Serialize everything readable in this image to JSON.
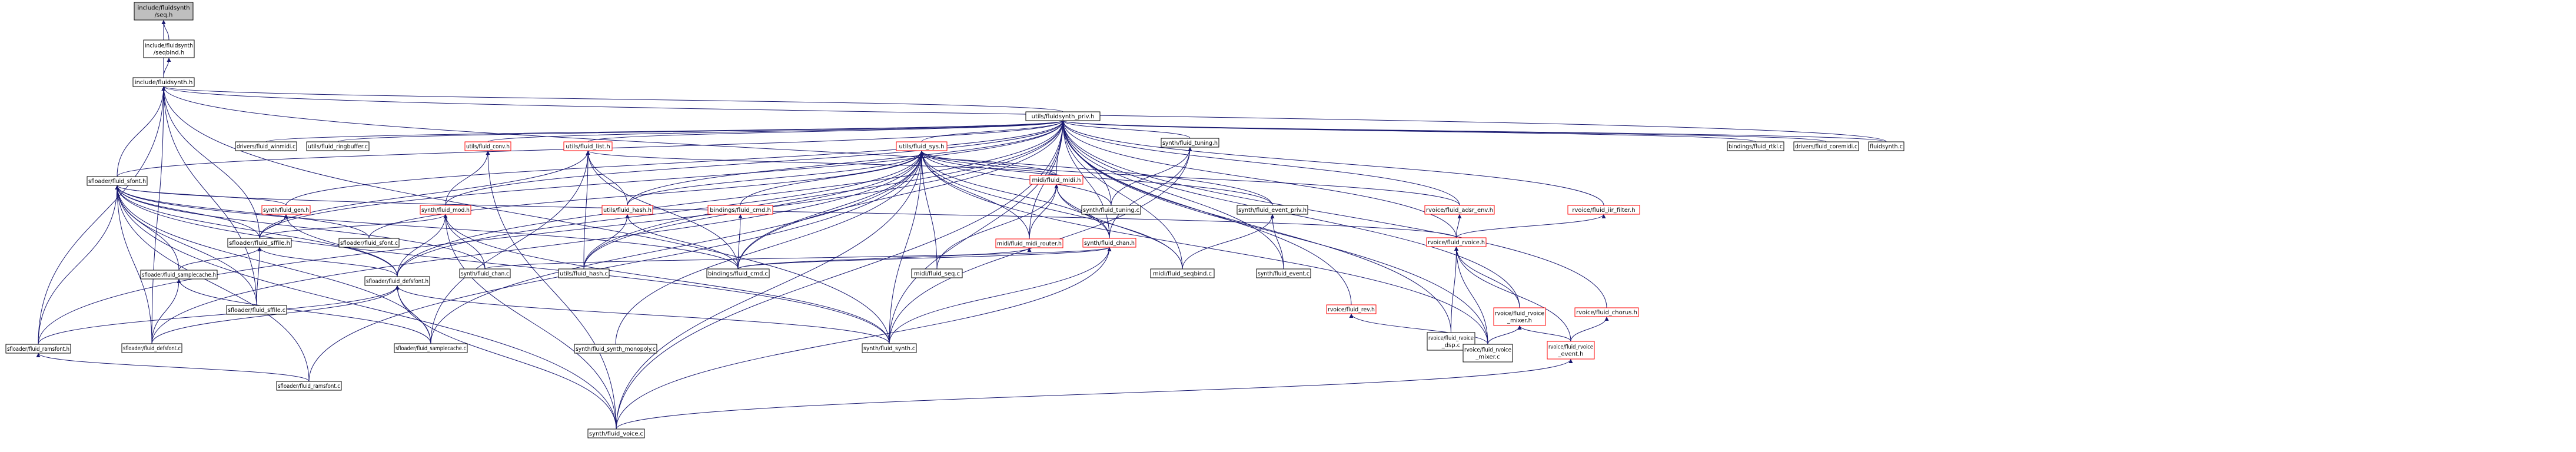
{
  "diagram": {
    "style": {
      "node_fill": "#ffffff",
      "node_stroke_default": "#000000",
      "node_stroke_incomplete": "#ff0000",
      "node_fill_root": "#bfbfbf",
      "edge_color": "#191970",
      "text_color": "#000000"
    },
    "nodes": [
      {
        "id": "seq",
        "lines": [
          "include/fluidsynth",
          "/seq.h"
        ],
        "root": true
      },
      {
        "id": "seqbind",
        "lines": [
          "include/fluidsynth",
          "/seqbind.h"
        ]
      },
      {
        "id": "fluidsynth_h",
        "lines": [
          "include/fluidsynth.h"
        ]
      },
      {
        "id": "priv",
        "lines": [
          "utils/fluidsynth_priv.h"
        ]
      },
      {
        "id": "winmidi",
        "lines": [
          "drivers/fluid_winmidi.c"
        ]
      },
      {
        "id": "ringbuffer",
        "lines": [
          "utils/fluid_ringbuffer.c"
        ]
      },
      {
        "id": "conv",
        "lines": [
          "utils/fluid_conv.h"
        ],
        "incomplete": true
      },
      {
        "id": "list",
        "lines": [
          "utils/fluid_list.h"
        ],
        "incomplete": true
      },
      {
        "id": "sys",
        "lines": [
          "utils/fluid_sys.h"
        ],
        "incomplete": true
      },
      {
        "id": "tuning_h",
        "lines": [
          "synth/fluid_tuning.h"
        ]
      },
      {
        "id": "rvoice_dsp",
        "lines": [
          "rvoice/fluid_rvoice",
          "_dsp.c"
        ]
      },
      {
        "id": "rlhf",
        "lines": [
          "bindings/fluid_rtkl.c"
        ]
      },
      {
        "id": "coremidi",
        "lines": [
          "drivers/fluid_coremidi.c"
        ]
      },
      {
        "id": "fluidsynth_c",
        "lines": [
          "fluidsynth.c"
        ]
      },
      {
        "id": "sfont_h",
        "lines": [
          "sfloader/fluid_sfont.h"
        ]
      },
      {
        "id": "gen",
        "lines": [
          "synth/fluid_gen.h"
        ],
        "incomplete": true
      },
      {
        "id": "mod",
        "lines": [
          "synth/fluid_mod.h"
        ],
        "incomplete": true
      },
      {
        "id": "hash_h",
        "lines": [
          "utils/fluid_hash.h"
        ],
        "incomplete": true
      },
      {
        "id": "cmd_h",
        "lines": [
          "bindings/fluid_cmd.h"
        ],
        "incomplete": true
      },
      {
        "id": "midi_h",
        "lines": [
          "midi/fluid_midi.h"
        ],
        "incomplete": true
      },
      {
        "id": "tuning_c",
        "lines": [
          "synth/fluid_tuning.c"
        ]
      },
      {
        "id": "event_priv",
        "lines": [
          "synth/fluid_event_priv.h"
        ]
      },
      {
        "id": "adsr",
        "lines": [
          "rvoice/fluid_adsr_env.h"
        ],
        "incomplete": true
      },
      {
        "id": "iir",
        "lines": [
          "rvoice/fluid_iir_filter.h"
        ],
        "incomplete": true
      },
      {
        "id": "sffile_h",
        "lines": [
          "sfloader/fluid_sffile.h"
        ]
      },
      {
        "id": "sfont_c",
        "lines": [
          "sfloader/fluid_sfont.c"
        ]
      },
      {
        "id": "hash_c",
        "lines": [
          "utils/fluid_hash.c"
        ]
      },
      {
        "id": "seq_c",
        "lines": [
          "midi/fluid_seq.c"
        ]
      },
      {
        "id": "router",
        "lines": [
          "midi/fluid_midi_router.h"
        ],
        "incomplete": true
      },
      {
        "id": "chan_h",
        "lines": [
          "synth/fluid_chan.h"
        ],
        "incomplete": true
      },
      {
        "id": "seqbind_c",
        "lines": [
          "midi/fluid_seqbind.c"
        ]
      },
      {
        "id": "event_c",
        "lines": [
          "synth/fluid_event.c"
        ]
      },
      {
        "id": "rvoice_h",
        "lines": [
          "rvoice/fluid_rvoice.h"
        ],
        "incomplete": true
      },
      {
        "id": "samplecache_h",
        "lines": [
          "sfloader/fluid_samplecache.h"
        ]
      },
      {
        "id": "sffile_c",
        "lines": [
          "sfloader/fluid_sffile.c"
        ]
      },
      {
        "id": "defsfont_h",
        "lines": [
          "sfloader/fluid_defsfont.h"
        ]
      },
      {
        "id": "chan_c",
        "lines": [
          "synth/fluid_chan.c"
        ]
      },
      {
        "id": "cmd_c",
        "lines": [
          "bindings/fluid_cmd.c"
        ]
      },
      {
        "id": "rev",
        "lines": [
          "rvoice/fluid_rev.h"
        ],
        "incomplete": true
      },
      {
        "id": "mixer_h",
        "lines": [
          "rvoice/fluid_rvoice",
          "_mixer.h"
        ],
        "incomplete": true
      },
      {
        "id": "chorus",
        "lines": [
          "rvoice/fluid_chorus.h"
        ],
        "incomplete": true
      },
      {
        "id": "ramsfont_h",
        "lines": [
          "sfloader/fluid_ramsfont.h"
        ]
      },
      {
        "id": "defsfont_c",
        "lines": [
          "sfloader/fluid_defsfont.c"
        ]
      },
      {
        "id": "samplecache_c",
        "lines": [
          "sfloader/fluid_samplecache.c"
        ]
      },
      {
        "id": "monopoly",
        "lines": [
          "synth/fluid_synth_monopoly.c"
        ]
      },
      {
        "id": "synth_c",
        "lines": [
          "synth/fluid_synth.c"
        ]
      },
      {
        "id": "mixer_c",
        "lines": [
          "rvoice/fluid_rvoice",
          "_mixer.c"
        ]
      },
      {
        "id": "event_h",
        "lines": [
          "rvoice/fluid_rvoice",
          "_event.h"
        ],
        "incomplete": true
      },
      {
        "id": "ramsfont_c",
        "lines": [
          "sfloader/fluid_ramsfont.c"
        ]
      },
      {
        "id": "voice_c",
        "lines": [
          "synth/fluid_voice.c"
        ]
      }
    ],
    "edges": [
      [
        "seqbind",
        "seq"
      ],
      [
        "fluidsynth_h",
        "seq"
      ],
      [
        "fluidsynth_h",
        "seqbind"
      ],
      [
        "priv",
        "fluidsynth_h"
      ],
      [
        "sfont_h",
        "fluidsynth_h"
      ],
      [
        "ramsfont_h",
        "fluidsynth_h"
      ],
      [
        "sffile_h",
        "fluidsynth_h"
      ],
      [
        "sffile_c",
        "fluidsynth_h"
      ],
      [
        "synth_c",
        "fluidsynth_h"
      ],
      [
        "fluidsynth_c",
        "fluidsynth_h"
      ],
      [
        "event_priv",
        "fluidsynth_h"
      ],
      [
        "defsfont_c",
        "fluidsynth_h"
      ],
      [
        "winmidi",
        "priv"
      ],
      [
        "ringbuffer",
        "priv"
      ],
      [
        "conv",
        "priv"
      ],
      [
        "list",
        "priv"
      ],
      [
        "sys",
        "priv"
      ],
      [
        "tuning_h",
        "priv"
      ],
      [
        "rvoice_dsp",
        "priv"
      ],
      [
        "rlhf",
        "priv"
      ],
      [
        "coremidi",
        "priv"
      ],
      [
        "fluidsynth_c",
        "priv"
      ],
      [
        "sfont_h",
        "priv"
      ],
      [
        "gen",
        "priv"
      ],
      [
        "mod",
        "priv"
      ],
      [
        "hash_h",
        "priv"
      ],
      [
        "midi_h",
        "priv"
      ],
      [
        "tuning_c",
        "priv"
      ],
      [
        "adsr",
        "priv"
      ],
      [
        "iir",
        "priv"
      ],
      [
        "sffile_h",
        "priv"
      ],
      [
        "chan_h",
        "priv"
      ],
      [
        "rvoice_h",
        "priv"
      ],
      [
        "seqbind_c",
        "priv"
      ],
      [
        "event_c",
        "priv"
      ],
      [
        "rev",
        "priv"
      ],
      [
        "mixer_h",
        "priv"
      ],
      [
        "chorus",
        "priv"
      ],
      [
        "cmd_c",
        "priv"
      ],
      [
        "hash_c",
        "priv"
      ],
      [
        "ramsfont_h",
        "priv"
      ],
      [
        "voice_c",
        "priv"
      ],
      [
        "synth_c",
        "priv"
      ],
      [
        "mixer_c",
        "priv"
      ],
      [
        "defsfont_h",
        "priv"
      ],
      [
        "router",
        "priv"
      ],
      [
        "mod",
        "conv"
      ],
      [
        "voice_c",
        "conv"
      ],
      [
        "hash_h",
        "list"
      ],
      [
        "sffile_h",
        "list"
      ],
      [
        "midi_h",
        "list"
      ],
      [
        "hash_c",
        "list"
      ],
      [
        "samplecache_c",
        "list"
      ],
      [
        "cmd_c",
        "list"
      ],
      [
        "hash_h",
        "sys"
      ],
      [
        "cmd_h",
        "sys"
      ],
      [
        "midi_h",
        "sys"
      ],
      [
        "event_priv",
        "sys"
      ],
      [
        "adsr",
        "sys"
      ],
      [
        "sfont_c",
        "sys"
      ],
      [
        "hash_c",
        "sys"
      ],
      [
        "seq_c",
        "sys"
      ],
      [
        "router",
        "sys"
      ],
      [
        "chan_h",
        "sys"
      ],
      [
        "seqbind_c",
        "sys"
      ],
      [
        "defsfont_h",
        "sys"
      ],
      [
        "cmd_c",
        "sys"
      ],
      [
        "mixer_c",
        "sys"
      ],
      [
        "tuning_c",
        "sys"
      ],
      [
        "synth_c",
        "sys"
      ],
      [
        "voice_c",
        "sys"
      ],
      [
        "monopoly",
        "sys"
      ],
      [
        "defsfont_c",
        "sys"
      ],
      [
        "samplecache_c",
        "sys"
      ],
      [
        "ramsfont_c",
        "sys"
      ],
      [
        "chan_h",
        "tuning_h"
      ],
      [
        "tuning_c",
        "tuning_h"
      ],
      [
        "synth_c",
        "tuning_h"
      ],
      [
        "rvoice_dsp",
        "rvoice_h"
      ],
      [
        "gen",
        "sfont_h"
      ],
      [
        "sffile_h",
        "sfont_h"
      ],
      [
        "sfont_c",
        "sfont_h"
      ],
      [
        "samplecache_h",
        "sfont_h"
      ],
      [
        "defsfont_h",
        "sfont_h"
      ],
      [
        "ramsfont_h",
        "sfont_h"
      ],
      [
        "defsfont_c",
        "sfont_h"
      ],
      [
        "samplecache_c",
        "sfont_h"
      ],
      [
        "synth_c",
        "sfont_h"
      ],
      [
        "cmd_c",
        "sfont_h"
      ],
      [
        "sffile_c",
        "sfont_h"
      ],
      [
        "voice_c",
        "sfont_h"
      ],
      [
        "ramsfont_c",
        "sfont_h"
      ],
      [
        "chan_c",
        "sfont_h"
      ],
      [
        "rvoice_h",
        "sfont_h"
      ],
      [
        "sffile_h",
        "gen"
      ],
      [
        "defsfont_h",
        "gen"
      ],
      [
        "sffile_h",
        "mod"
      ],
      [
        "defsfont_h",
        "mod"
      ],
      [
        "chan_c",
        "mod"
      ],
      [
        "voice_c",
        "mod"
      ],
      [
        "synth_c",
        "mod"
      ],
      [
        "hash_c",
        "hash_h"
      ],
      [
        "cmd_c",
        "hash_h"
      ],
      [
        "cmd_c",
        "cmd_h"
      ],
      [
        "seq_c",
        "midi_h"
      ],
      [
        "router",
        "midi_h"
      ],
      [
        "seqbind_c",
        "midi_h"
      ],
      [
        "chan_h",
        "midi_h"
      ],
      [
        "seqbind_c",
        "event_priv"
      ],
      [
        "event_c",
        "event_priv"
      ],
      [
        "rvoice_h",
        "adsr"
      ],
      [
        "rvoice_h",
        "iir"
      ],
      [
        "samplecache_h",
        "sffile_h"
      ],
      [
        "sffile_c",
        "sffile_h"
      ],
      [
        "defsfont_h",
        "sffile_h"
      ],
      [
        "cmd_c",
        "router"
      ],
      [
        "chan_c",
        "chan_h"
      ],
      [
        "cmd_c",
        "chan_h"
      ],
      [
        "synth_c",
        "chan_h"
      ],
      [
        "voice_c",
        "chan_h"
      ],
      [
        "mixer_h",
        "rvoice_h"
      ],
      [
        "event_h",
        "rvoice_h"
      ],
      [
        "mixer_c",
        "rvoice_h"
      ],
      [
        "samplecache_c",
        "samplecache_h"
      ],
      [
        "defsfont_c",
        "samplecache_h"
      ],
      [
        "ramsfont_h",
        "defsfont_h"
      ],
      [
        "defsfont_c",
        "defsfont_h"
      ],
      [
        "synth_c",
        "defsfont_h"
      ],
      [
        "voice_c",
        "defsfont_h"
      ],
      [
        "samplecache_c",
        "defsfont_h"
      ],
      [
        "mixer_c",
        "rev"
      ],
      [
        "mixer_c",
        "mixer_h"
      ],
      [
        "event_h",
        "mixer_h"
      ],
      [
        "event_h",
        "chorus"
      ],
      [
        "ramsfont_c",
        "ramsfont_h"
      ],
      [
        "voice_c",
        "event_h"
      ]
    ]
  }
}
